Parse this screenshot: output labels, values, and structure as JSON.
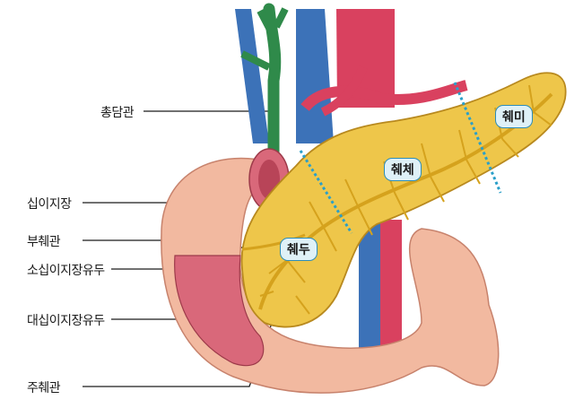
{
  "labels": {
    "common_bile_duct": "총담관",
    "duodenum": "십이지장",
    "accessory_pancreatic_duct": "부췌관",
    "minor_duodenal_papilla": "소십이지장유두",
    "major_duodenal_papilla": "대십이지장유두",
    "main_pancreatic_duct": "주췌관"
  },
  "regions": {
    "head": "췌두",
    "body": "췌체",
    "tail": "췌미"
  },
  "colors": {
    "pancreas": "#eec64a",
    "pancreas_outline": "#b8891e",
    "duct": "#d5a21d",
    "duodenum": "#f2b9a0",
    "duodenum_inner": "#d9687a",
    "artery": "#d9415f",
    "vein": "#3c72b8",
    "bile_duct": "#2f8a4a",
    "divider": "#2a9fc9"
  }
}
